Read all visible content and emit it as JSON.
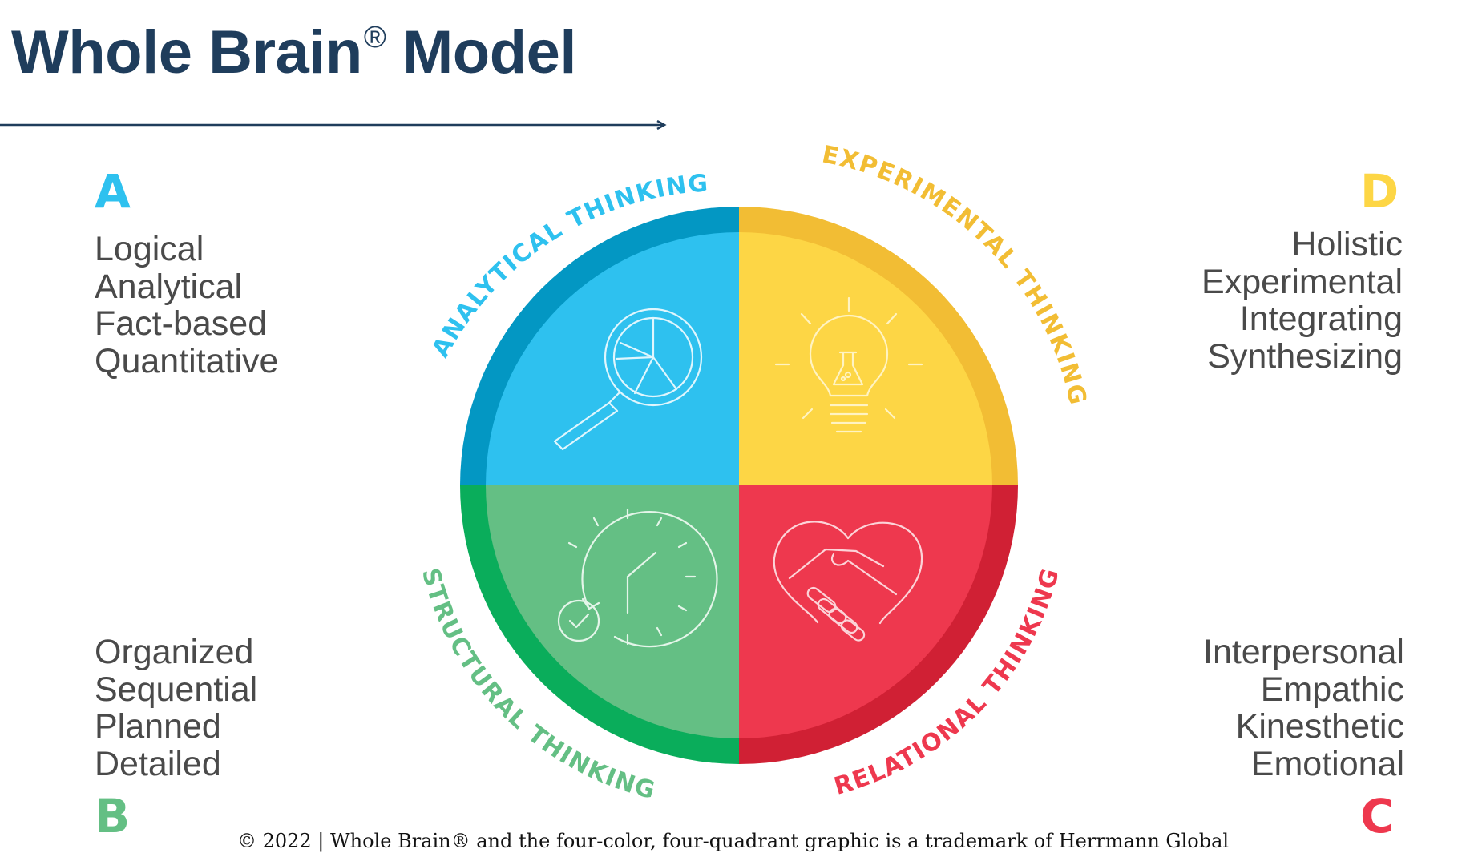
{
  "title": {
    "text": "Whole Brain",
    "mark": "®",
    "suffix": " Model"
  },
  "colors": {
    "title": "#1f3d5c",
    "blue": "#2ec1ef",
    "blue_rim": "#0397c3",
    "yellow": "#fdd645",
    "yellow_rim": "#f2bd34",
    "green": "#64bf84",
    "green_rim": "#0aad5b",
    "red": "#ee384e",
    "red_rim": "#d02034",
    "traits_text": "#4a4a4a"
  },
  "quadrants": {
    "a": {
      "letter": "A",
      "label": "ANALYTICAL THINKING",
      "icon": "magnifying-glass-pie-chart-icon",
      "traits": [
        "Logical",
        "Analytical",
        "Fact-based",
        "Quantitative"
      ]
    },
    "d": {
      "letter": "D",
      "label": "EXPERIMENTAL THINKING",
      "icon": "lightbulb-flask-icon",
      "traits": [
        "Holistic",
        "Experimental",
        "Integrating",
        "Synthesizing"
      ]
    },
    "b": {
      "letter": "B",
      "label": "STRUCTURAL THINKING",
      "icon": "clock-checkmark-icon",
      "traits": [
        "Organized",
        "Sequential",
        "Planned",
        "Detailed"
      ]
    },
    "c": {
      "letter": "C",
      "label": "RELATIONAL THINKING",
      "icon": "heart-handshake-icon",
      "traits": [
        "Interpersonal",
        "Empathic",
        "Kinesthetic",
        "Emotional"
      ]
    }
  },
  "footer": "© 2022 | Whole Brain® and the four-color, four-quadrant graphic is a trademark of Herrmann Global"
}
